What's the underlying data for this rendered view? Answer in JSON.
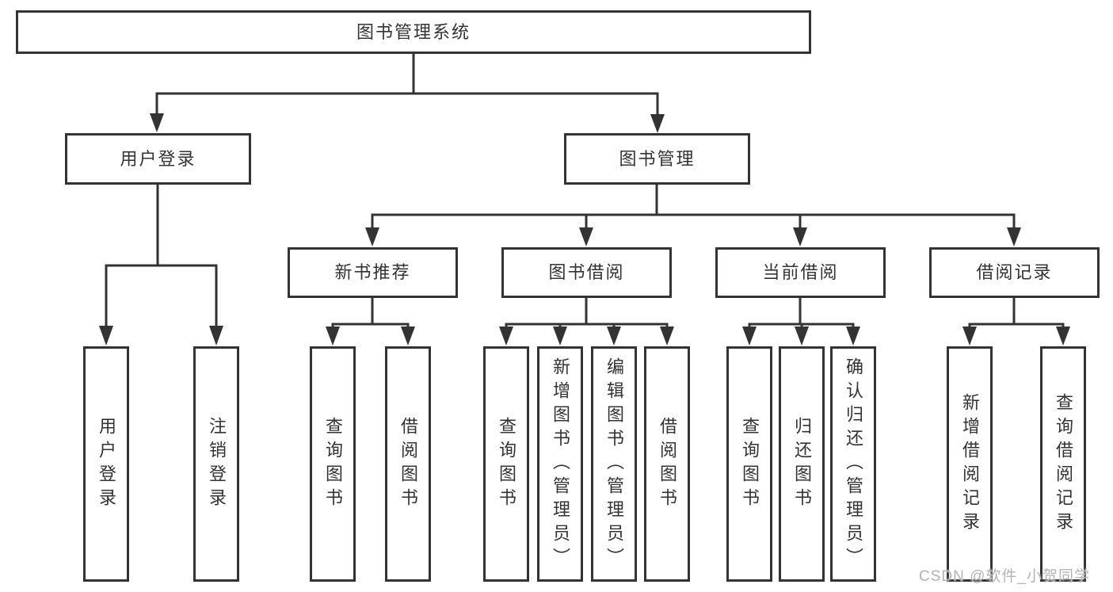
{
  "diagram": {
    "title": "图书管理系统",
    "level2": [
      {
        "id": "user-login",
        "label": "用户登录"
      },
      {
        "id": "book-management",
        "label": "图书管理"
      }
    ],
    "level3": [
      {
        "id": "new-book-recommend",
        "label": "新书推荐"
      },
      {
        "id": "book-borrow",
        "label": "图书借阅"
      },
      {
        "id": "current-borrow",
        "label": "当前借阅"
      },
      {
        "id": "borrow-records",
        "label": "借阅记录"
      }
    ],
    "leaves": {
      "user_login": [
        "用户登录",
        "注销登录"
      ],
      "new_book_recommend": [
        "查询图书",
        "借阅图书"
      ],
      "book_borrow": [
        "查询图书",
        "新增图书（管理员）",
        "编辑图书（管理员）",
        "借阅图书"
      ],
      "current_borrow": [
        "查询图书",
        "归还图书",
        "确认归还（管理员）"
      ],
      "borrow_records": [
        "新增借阅记录",
        "查询借阅记录"
      ]
    }
  },
  "watermark": "CSDN @软件_小贺同学",
  "colors": {
    "line": "#333333",
    "box_border": "#333333",
    "box_fill": "#ffffff",
    "text": "#333333",
    "watermark": "#b3b3b3",
    "background": "#ffffff"
  }
}
